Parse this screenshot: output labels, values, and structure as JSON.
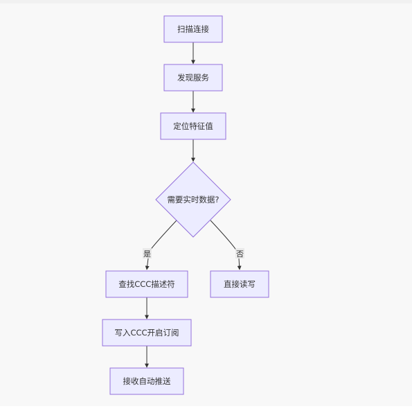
{
  "diagram": {
    "nodes": {
      "scan": "扫描连接",
      "discover": "发现服务",
      "locate": "定位特征值",
      "decision": "需要实时数据?",
      "find_ccc": "查找CCC描述符",
      "direct_rw": "直接读写",
      "write_ccc": "写入CCC开启订阅",
      "receive": "接收自动推送"
    },
    "edge_labels": {
      "yes": "是",
      "no": "否"
    },
    "colors": {
      "node_fill": "#ececff",
      "node_stroke": "#9370db",
      "edge": "#333333",
      "background": "#f8f8f8"
    }
  }
}
